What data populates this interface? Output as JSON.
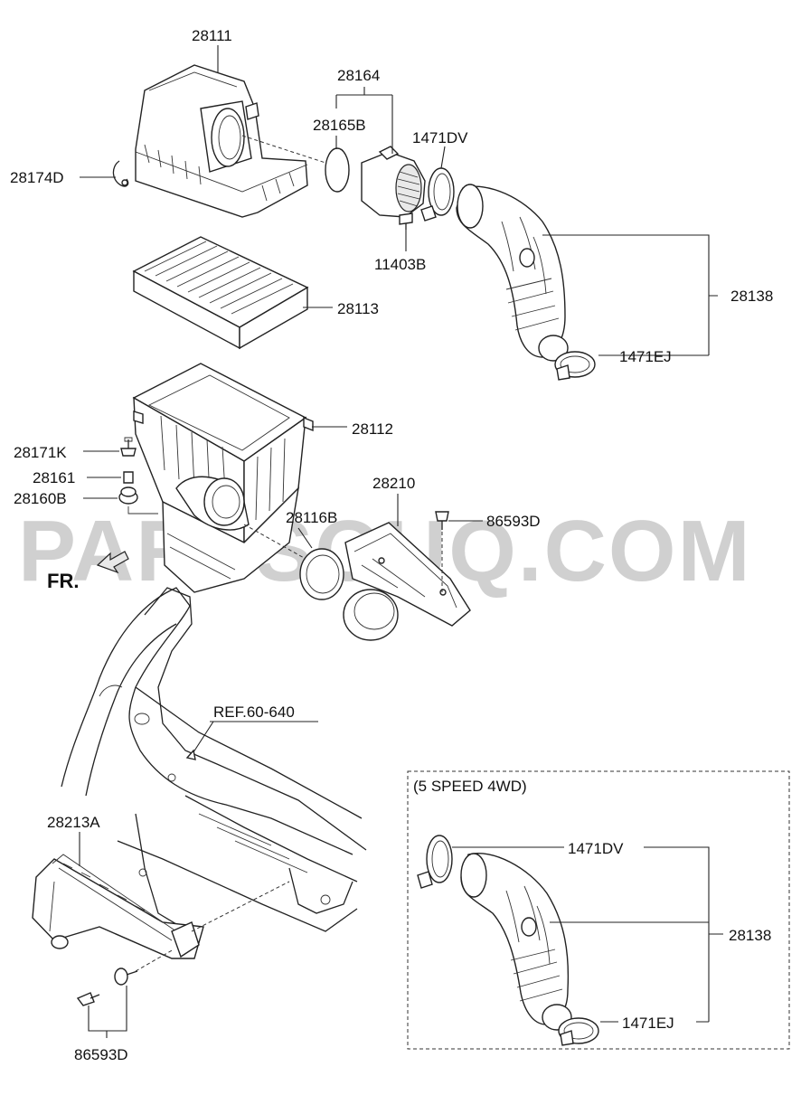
{
  "watermark": "PARTSOUQ.COM",
  "direction_label": "FR.",
  "reference_label": "REF.60-640",
  "inset_title": "(5 SPEED 4WD)",
  "labels": {
    "air_cleaner_cover": "28111",
    "clamp_hose": "28174D",
    "sensor_assy": "28164",
    "gasket": "28165B",
    "clamp_top": "1471DV",
    "bolt": "11403B",
    "element": "28113",
    "intake_hose": "28138",
    "clamp_bottom": "1471EJ",
    "air_cleaner_body": "28112",
    "bolt_mount": "28171K",
    "bushing": "28161",
    "insulator": "28160B",
    "duct": "28210",
    "clip_duct": "86593D",
    "gasket_duct": "28116B",
    "bracket": "28213A",
    "clip_bracket": "86593D",
    "inset_clamp_top": "1471DV",
    "inset_hose": "28138",
    "inset_clamp_bottom": "1471EJ"
  }
}
